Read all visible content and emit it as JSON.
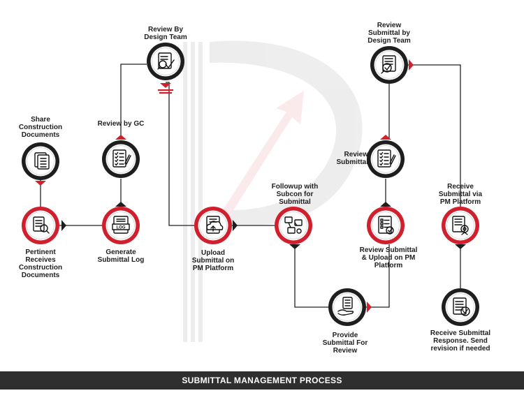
{
  "colors": {
    "accent": "#d0202e",
    "dark": "#1e1e1e",
    "footer_bg": "#2f2f2f",
    "footer_text": "#ffffff"
  },
  "steps": [
    {
      "id": "share",
      "label": "Share\nConstruction\nDocuments",
      "icon": "documents-stack-icon",
      "ring": "dark"
    },
    {
      "id": "pertinent",
      "label": "Pertinent\nReceives\nConstruction\nDocuments",
      "icon": "document-magnifier-icon",
      "ring": "red"
    },
    {
      "id": "generate",
      "label": "Generate\nSubmittal Log",
      "icon": "log-file-icon",
      "ring": "red"
    },
    {
      "id": "review-gc",
      "label": "Review by GC",
      "icon": "checklist-pencil-icon",
      "ring": "dark"
    },
    {
      "id": "review-design-1",
      "label": "Review By\nDesign Team",
      "icon": "document-checkmark-magnifier-icon",
      "ring": "dark"
    },
    {
      "id": "upload",
      "label": "Upload\nSubmittal on\nPM Platform",
      "icon": "cloud-upload-document-icon",
      "ring": "red"
    },
    {
      "id": "followup",
      "label": "Followup with\nSubcon for\nSubmittal",
      "icon": "workflow-chat-icon",
      "ring": "red"
    },
    {
      "id": "provide",
      "label": "Provide\nSubmittal For\nReview",
      "icon": "hand-document-icon",
      "ring": "dark"
    },
    {
      "id": "review-upload",
      "label": "Review Submittal\n& Upload on PM\nPlatform",
      "icon": "checklist-check-icon",
      "ring": "red"
    },
    {
      "id": "review-submittal",
      "label": "Review\nSubmittal",
      "icon": "checklist-pencil-icon",
      "ring": "dark"
    },
    {
      "id": "review-design-2",
      "label": "Review\nSubmittal by\nDesign Team",
      "icon": "document-magnifier-check-icon",
      "ring": "dark"
    },
    {
      "id": "receive-pm",
      "label": "Receive\nSubmittal via\nPM Platform",
      "icon": "document-gear-icon",
      "ring": "red"
    },
    {
      "id": "receive-response",
      "label": "Receive Submittal\nResponse. Send\nrevision if needed",
      "icon": "document-approved-icon",
      "ring": "dark"
    }
  ],
  "footer": {
    "title": "SUBMITTAL MANAGEMENT PROCESS"
  }
}
